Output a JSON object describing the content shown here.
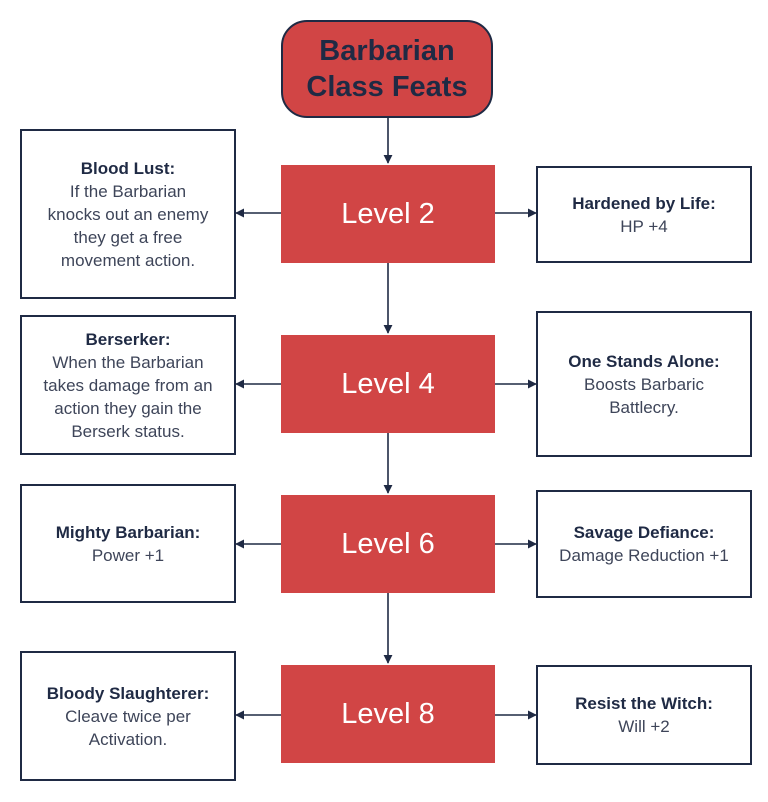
{
  "title": {
    "line1": "Barbarian",
    "line2": "Class Feats"
  },
  "colors": {
    "box_red": "#d14545",
    "ink": "#1f2a44",
    "text_gray": "#3e4559"
  },
  "levels": [
    {
      "label": "Level 2",
      "left": {
        "name": "Blood Lust:",
        "desc": "If the Barbarian knocks out an enemy they get a free movement action."
      },
      "right": {
        "name": "Hardened by Life:",
        "desc": "HP +4"
      }
    },
    {
      "label": "Level 4",
      "left": {
        "name": "Berserker:",
        "desc": "When the Barbarian takes damage from an action they gain the Berserk status."
      },
      "right": {
        "name": "One Stands Alone:",
        "desc": "Boosts Barbaric Battlecry."
      }
    },
    {
      "label": "Level 6",
      "left": {
        "name": "Mighty Barbarian:",
        "desc": "Power +1"
      },
      "right": {
        "name": "Savage Defiance:",
        "desc": "Damage Reduction +1"
      }
    },
    {
      "label": "Level 8",
      "left": {
        "name": "Bloody Slaughterer:",
        "desc": "Cleave twice per Activation."
      },
      "right": {
        "name": "Resist the Witch:",
        "desc": "Will +2"
      }
    }
  ]
}
